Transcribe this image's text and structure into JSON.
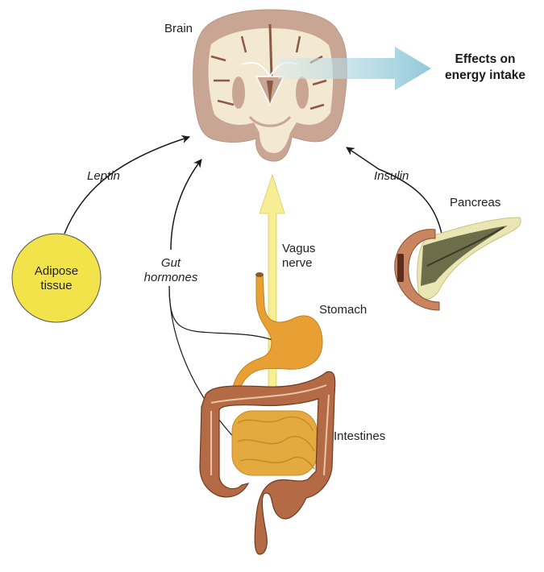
{
  "labels": {
    "brain": "Brain",
    "effects_line1": "Effects on",
    "effects_line2": "energy intake",
    "leptin": "Leptin",
    "adipose_line1": "Adipose",
    "adipose_line2": "tissue",
    "gut_line1": "Gut",
    "gut_line2": "hormones",
    "vagus_line1": "Vagus",
    "vagus_line2": "nerve",
    "stomach": "Stomach",
    "insulin": "Insulin",
    "pancreas": "Pancreas",
    "intestines": "Intestines"
  },
  "colors": {
    "adipose_fill": "#f2e34a",
    "vagus_arrow": "#f6ec8a",
    "effects_arrow": "#8ec7d8",
    "brain_grey_matter": "#c9a593",
    "brain_white_matter": "#f3e8d2",
    "stomach": "#e8a035",
    "small_intestine": "#e4a93f",
    "large_intestine": "#b46a45",
    "pancreas": "#e9e6b4",
    "duodenum": "#c88560"
  }
}
